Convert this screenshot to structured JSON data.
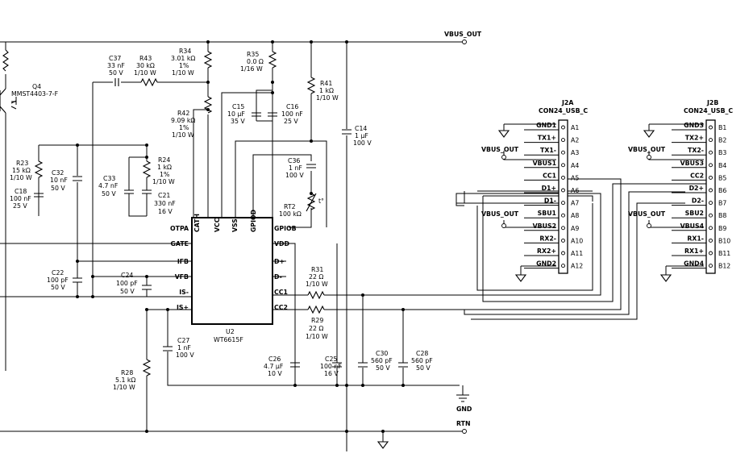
{
  "nets": {
    "vbus_out": "VBUS_OUT",
    "gnd": "GND",
    "rtn": "RTN"
  },
  "q4": {
    "ref": "Q4",
    "part": "MMST4403-7-F"
  },
  "c37": {
    "ref": "C37",
    "v1": "33 nF",
    "v2": "50 V"
  },
  "r43": {
    "ref": "R43",
    "v1": "30 kΩ",
    "v2": "1/10 W"
  },
  "r34": {
    "ref": "R34",
    "v1": "3.01 kΩ",
    "v2": "1%",
    "v3": "1/10 W"
  },
  "r35": {
    "ref": "R35",
    "v1": "0.0 Ω",
    "v2": "1/16 W"
  },
  "r41": {
    "ref": "R41",
    "v1": "1 kΩ",
    "v2": "1/10 W"
  },
  "c15": {
    "ref": "C15",
    "v1": "10 µF",
    "v2": "35 V"
  },
  "c16": {
    "ref": "C16",
    "v1": "100 nF",
    "v2": "25 V"
  },
  "c14": {
    "ref": "C14",
    "v1": "1 µF",
    "v2": "100 V"
  },
  "r42": {
    "ref": "R42",
    "v1": "9.09 kΩ",
    "v2": "1%",
    "v3": "1/10 W"
  },
  "c36": {
    "ref": "C36",
    "v1": "1 nF",
    "v2": "100 V"
  },
  "rt2": {
    "ref": "RT2",
    "v1": "100 kΩ",
    "v2": "t°"
  },
  "r23": {
    "ref": "R23",
    "v1": "15 kΩ",
    "v2": "1/10 W"
  },
  "c32": {
    "ref": "C32",
    "v1": "10 nF",
    "v2": "50 V"
  },
  "c18": {
    "ref": "C18",
    "v1": "100 nF",
    "v2": "25 V"
  },
  "c33": {
    "ref": "C33",
    "v1": "4.7 nF",
    "v2": "50 V"
  },
  "r24": {
    "ref": "R24",
    "v1": "1 kΩ",
    "v2": "1%",
    "v3": "1/10 W"
  },
  "c21": {
    "ref": "C21",
    "v1": "330 nF",
    "v2": "16 V"
  },
  "c22": {
    "ref": "C22",
    "v1": "100 pF",
    "v2": "50 V"
  },
  "c24": {
    "ref": "C24",
    "v1": "100 pF",
    "v2": "50 V"
  },
  "u2": {
    "ref": "U2",
    "part": "WT6615F",
    "top_pins": [
      "CATH",
      "VCC",
      "VSS",
      "GPIOD"
    ],
    "left_pins": [
      "OTPA",
      "GATE",
      "IFB",
      "VFB",
      "IS-",
      "IS+"
    ],
    "right_pins": [
      "GPIOB",
      "VDD",
      "D+",
      "D-",
      "CC1",
      "CC2"
    ]
  },
  "r31": {
    "ref": "R31",
    "v1": "22 Ω",
    "v2": "1/10 W"
  },
  "r29": {
    "ref": "R29",
    "v1": "22 Ω",
    "v2": "1/10 W"
  },
  "c27": {
    "ref": "C27",
    "v1": "1 nF",
    "v2": "100 V"
  },
  "c26": {
    "ref": "C26",
    "v1": "4.7 µF",
    "v2": "10 V"
  },
  "c25": {
    "ref": "C25",
    "v1": "100 nF",
    "v2": "16 V"
  },
  "c30": {
    "ref": "C30",
    "v1": "560 pF",
    "v2": "50 V"
  },
  "c28": {
    "ref": "C28",
    "v1": "560 pF",
    "v2": "50 V"
  },
  "r28": {
    "ref": "R28",
    "v1": "5.1 kΩ",
    "v2": "1/10 W"
  },
  "j2a": {
    "ref": "J2A",
    "part": "CON24_USB_C",
    "pins": [
      "GND1",
      "TX1+",
      "TX1-",
      "VBUS1",
      "CC1",
      "D1+",
      "D1-",
      "SBU1",
      "VBUS2",
      "RX2-",
      "RX2+",
      "GND2"
    ],
    "nums": [
      "A1",
      "A2",
      "A3",
      "A4",
      "A5",
      "A6",
      "A7",
      "A8",
      "A9",
      "A10",
      "A11",
      "A12"
    ]
  },
  "j2b": {
    "ref": "J2B",
    "part": "CON24_USB_C",
    "pins": [
      "GND3",
      "TX2+",
      "TX2-",
      "VBUS3",
      "CC2",
      "D2+",
      "D2-",
      "SBU2",
      "VBUS4",
      "RX1-",
      "RX1+",
      "GND4"
    ],
    "nums": [
      "B1",
      "B2",
      "B3",
      "B4",
      "B5",
      "B6",
      "B7",
      "B8",
      "B9",
      "B10",
      "B11",
      "B12"
    ]
  }
}
